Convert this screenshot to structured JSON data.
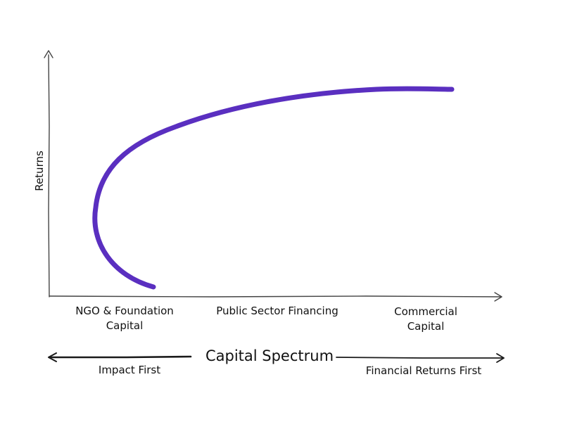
{
  "axes": {
    "y_label": "Returns"
  },
  "categories": [
    {
      "id": "ngo",
      "lines": [
        "NGO & Foundation",
        "Capital"
      ]
    },
    {
      "id": "public",
      "lines": [
        "Public Sector Financing"
      ]
    },
    {
      "id": "commercial",
      "lines": [
        "Commercial",
        "Capital"
      ]
    }
  ],
  "spectrum": {
    "title": "Capital Spectrum",
    "left_label": "Impact First",
    "right_label": "Financial Returns First"
  },
  "colors": {
    "curve": "#5a2fc0",
    "axis": "#444444",
    "arrow": "#1a1a1a"
  }
}
